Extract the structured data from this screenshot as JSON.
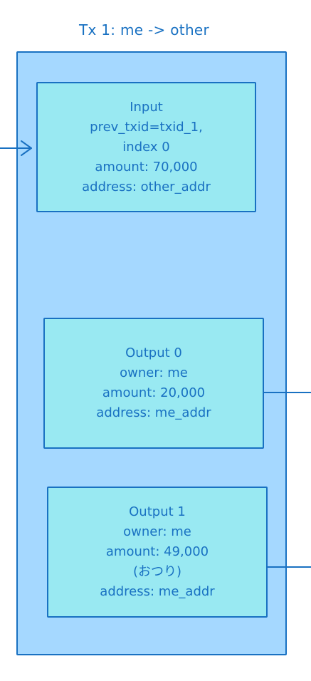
{
  "title": "Tx 1: me -> other",
  "input": {
    "heading": "Input",
    "lines": [
      "prev_txid=txid_1,",
      "index 0",
      "amount: 70,000",
      "address: other_addr"
    ]
  },
  "outputs": [
    {
      "heading": "Output 0",
      "lines": [
        "owner: me",
        "amount: 20,000",
        "address: me_addr"
      ]
    },
    {
      "heading": "Output 1",
      "lines": [
        "owner: me",
        "amount: 49,000",
        "(おつり)",
        "address: me_addr"
      ]
    }
  ],
  "colors": {
    "stroke": "#1971c2",
    "frame_fill": "#a5d8ff",
    "box_fill": "#99e9f2"
  }
}
